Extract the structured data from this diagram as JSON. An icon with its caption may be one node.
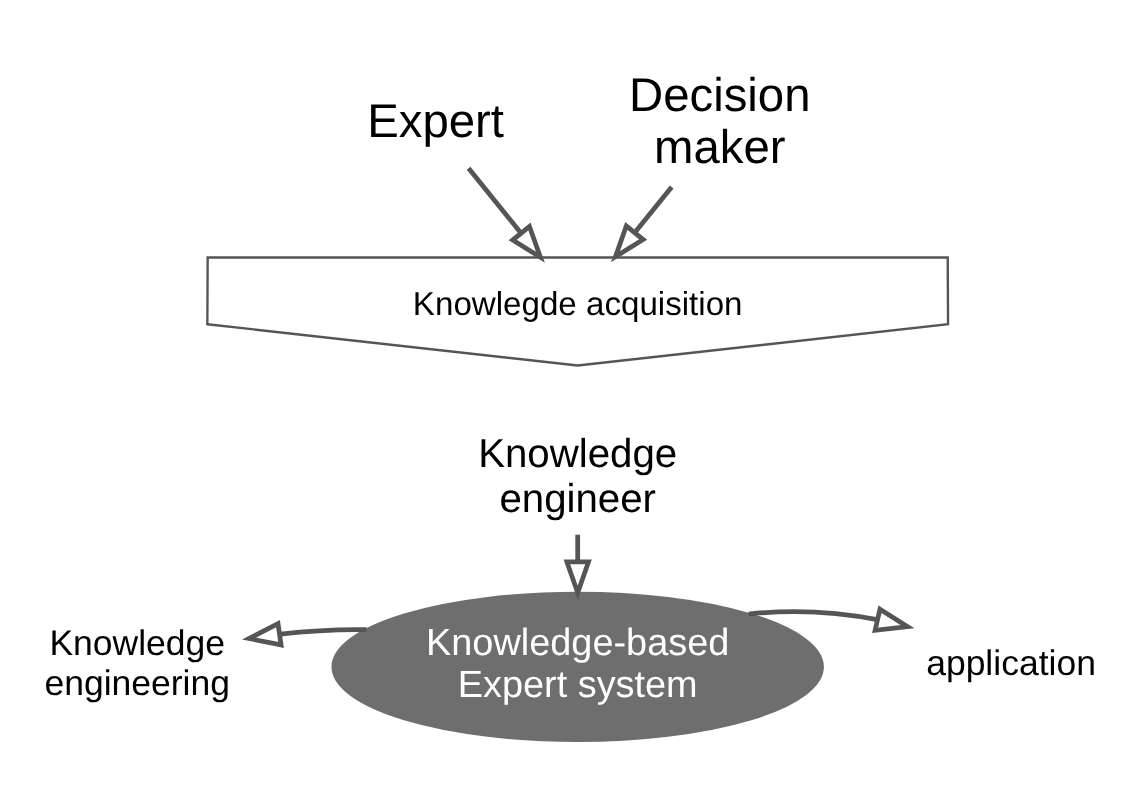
{
  "diagram": {
    "nodes": [
      {
        "text": [
          "Expert"
        ]
      },
      {
        "text": [
          "Decision maker"
        ]
      },
      {
        "text": [
          "Knowlegde acquisition"
        ]
      },
      {
        "text": [
          "Knowledge engineer"
        ]
      },
      {
        "text": [
          "Knowledge engineering"
        ]
      },
      {
        "text": [
          "Knowledge-based Expert system"
        ]
      },
      {
        "text": [
          "application"
        ]
      }
    ],
    "edges": [
      {
        "from": 0,
        "to": 2,
        "arrow": "to"
      },
      {
        "from": 1,
        "to": 2,
        "arrow": "to"
      },
      {
        "from": 3,
        "to": 5,
        "arrow": "to"
      },
      {
        "from": 5,
        "to": 4,
        "arrow": "to"
      },
      {
        "from": 5,
        "to": 6,
        "arrow": "to"
      }
    ]
  }
}
